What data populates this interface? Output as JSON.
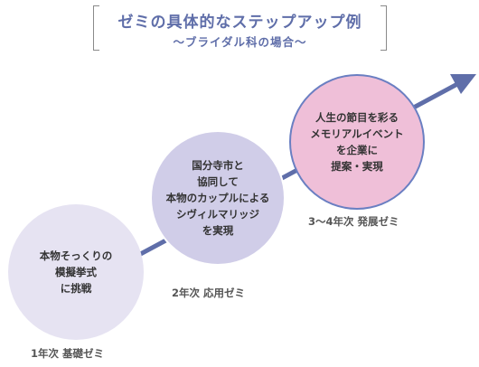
{
  "header": {
    "title": "ゼミの具体的なステップアップ例",
    "subtitle": "～ブライダル科の場合～"
  },
  "colors": {
    "title": "#5f6ea9",
    "arrow": "#5f6ea9",
    "stage1_fill": "#e6e3f2",
    "stage2_fill": "#d0cde8",
    "stage3_fill": "#efbfd8"
  },
  "stages": [
    {
      "lines": [
        "本物そっくりの",
        "模擬挙式",
        "に挑戦"
      ],
      "label": "1年次 基礎ゼミ"
    },
    {
      "lines": [
        "国分寺市と",
        "協同して",
        "本物のカップルによる",
        "シヴィルマリッジ",
        "を実現"
      ],
      "label": "2年次 応用ゼミ"
    },
    {
      "lines": [
        "人生の節目を彩る",
        "メモリアルイベント",
        "を企業に",
        "提案・実現"
      ],
      "label": "3～4年次 発展ゼミ"
    }
  ]
}
